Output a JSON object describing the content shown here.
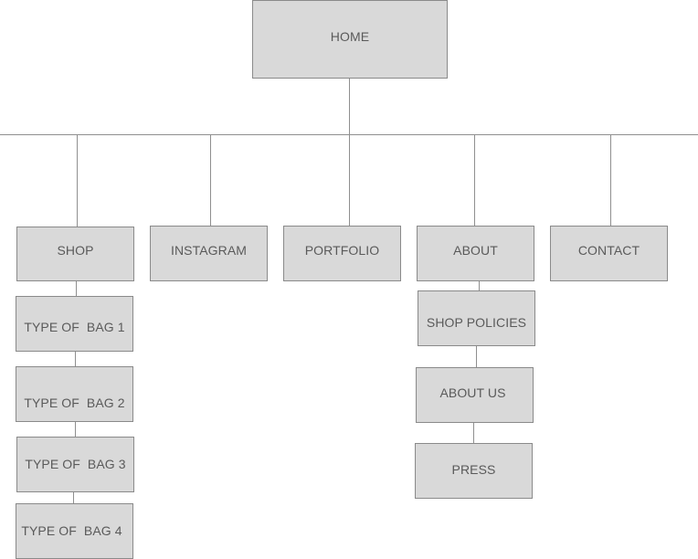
{
  "sitemap": {
    "root": {
      "label": "HOME"
    },
    "sections": [
      {
        "label": "SHOP",
        "children": [
          "TYPE OF  BAG 1",
          "TYPE OF  BAG 2",
          "TYPE OF  BAG 3",
          "TYPE OF  BAG 4"
        ]
      },
      {
        "label": "INSTAGRAM",
        "children": []
      },
      {
        "label": "PORTFOLIO",
        "children": []
      },
      {
        "label": "ABOUT",
        "children": [
          "SHOP POLICIES",
          "ABOUT US",
          "PRESS"
        ]
      },
      {
        "label": "CONTACT",
        "children": []
      }
    ]
  },
  "colors": {
    "box_fill": "#d9d9d9",
    "box_border": "#8a8a8a",
    "connector": "#8f8f8f",
    "text": "#5a5a5a"
  }
}
